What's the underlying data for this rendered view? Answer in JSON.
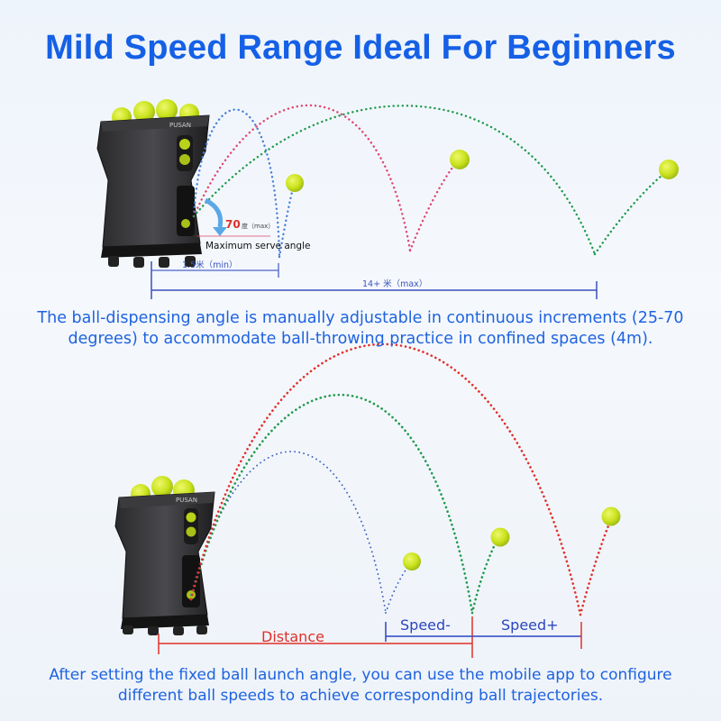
{
  "title": "Mild Speed Range Ideal For Beginners",
  "brand": "PUSAN",
  "top": {
    "angle_value": "70",
    "angle_unit": "度（max）",
    "angle_label": "Maximum serve angle",
    "min_distance": "1.5米（min）",
    "max_distance": "14+ 米（max）",
    "caption": "The ball-dispensing angle is manually adjustable in continuous increments (25-70 degrees) to accommodate ball-throwing practice in confined spaces (4m)."
  },
  "bottom": {
    "distance_label": "Distance",
    "speed_minus_label": "Speed-",
    "speed_plus_label": "Speed+",
    "caption": "After setting the fixed ball launch angle, you can use the mobile app to configure different ball speeds to achieve corresponding ball trajectories."
  },
  "colors": {
    "title": "#1560e6",
    "caption": "#1f63e0",
    "ball": "#c9e21d",
    "trajectory_blue": "#4a7fd6",
    "trajectory_pink": "#e0456e",
    "trajectory_green": "#1e9a4a",
    "trajectory_red": "#e0302a"
  }
}
